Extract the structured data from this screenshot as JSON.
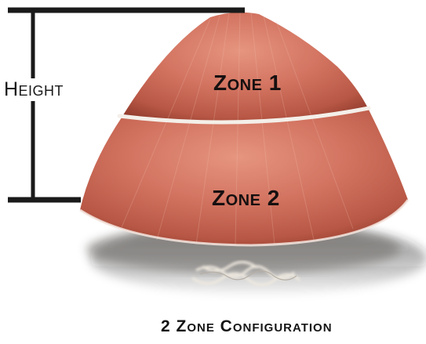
{
  "diagram": {
    "dimension_label": "Height",
    "zones": [
      {
        "label": "Zone 1"
      },
      {
        "label": "Zone 2"
      }
    ],
    "caption": "2 Zone Configuration",
    "colors": {
      "canopy_light": "#e08a76",
      "canopy_mid": "#c5604d",
      "canopy_dark": "#8f3a2c",
      "seam": "#f4efe9",
      "bracket": "#1a1a1a"
    }
  }
}
